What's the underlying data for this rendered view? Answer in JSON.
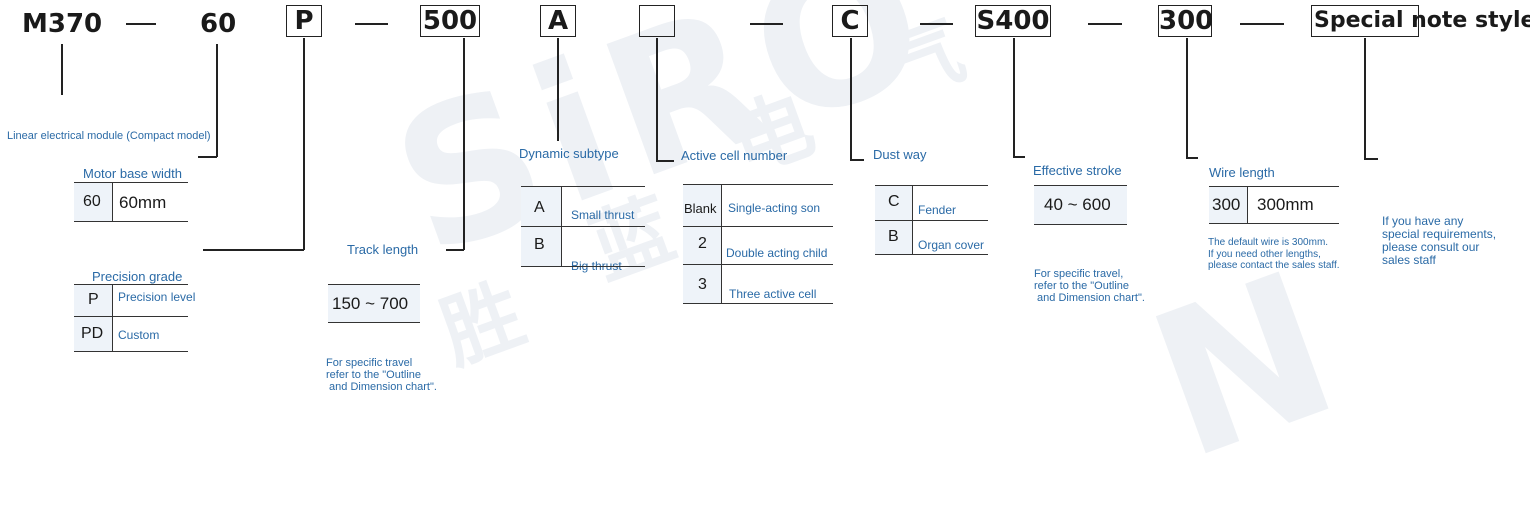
{
  "watermark": {
    "latin": "SiRO",
    "cjk1": "气",
    "cjk2": "电",
    "cjk3": "蓝",
    "cjk4": "胜",
    "latin2": "N"
  },
  "codes": {
    "c1": "M370",
    "c2": "60",
    "c3": "P",
    "c4": "500",
    "c5": "A",
    "c6": "",
    "c7": "C",
    "c8": "S400",
    "c9": "300",
    "c10": "Special note style"
  },
  "labels": {
    "module": "Linear electrical module (Compact model)",
    "motor_base": "Motor base width",
    "precision": "Precision grade",
    "track": "Track length",
    "dynamic": "Dynamic subtype",
    "active": "Active cell number",
    "dust": "Dust way",
    "stroke": "Effective stroke",
    "wire": "Wire length"
  },
  "motor_table": {
    "k": "60",
    "v": "60mm"
  },
  "precision_table": [
    {
      "k": "P",
      "v": "Precision level"
    },
    {
      "k": "PD",
      "v": "Custom"
    }
  ],
  "track_value": "150 ~ 700",
  "track_note": "For specific travel\nrefer to the \"Outline\n and Dimension chart\".",
  "dynamic_table": [
    {
      "k": "A",
      "v": "Small thrust"
    },
    {
      "k": "B",
      "v": "Big thrust"
    }
  ],
  "active_table": [
    {
      "k": "Blank",
      "v": "Single-acting son"
    },
    {
      "k": "2",
      "v": "Double acting child"
    },
    {
      "k": "3",
      "v": "Three active cell"
    }
  ],
  "dust_table": [
    {
      "k": "C",
      "v": "Fender"
    },
    {
      "k": "B",
      "v": "Organ cover"
    }
  ],
  "stroke_value": "40 ~ 600",
  "stroke_note": "For specific travel,\nrefer to the \"Outline\n and Dimension chart\".",
  "wire_table": {
    "k": "300",
    "v": "300mm"
  },
  "wire_note": "The default wire is 300mm.\nIf you need other lengths,\nplease contact the sales staff.",
  "special_note": "If you have any\nspecial requirements,\nplease consult our\nsales staff"
}
